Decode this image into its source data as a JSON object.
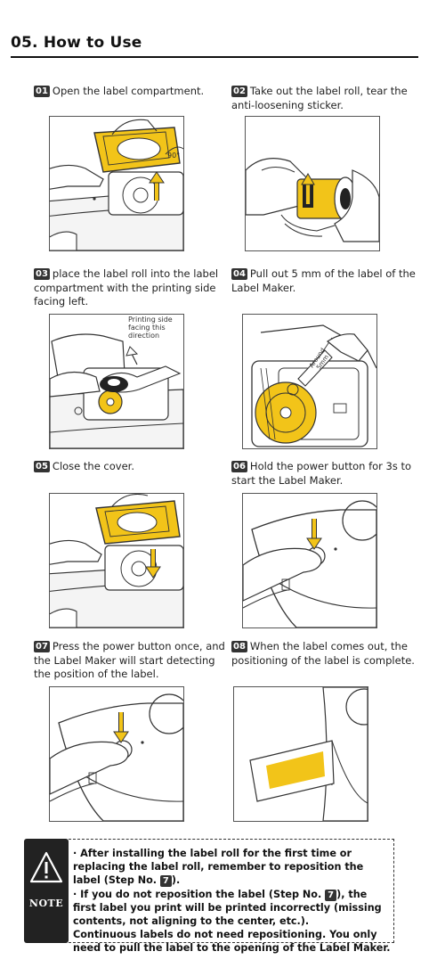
{
  "title": "05. How to Use",
  "steps": [
    {
      "num": "01",
      "text": "Open the label compartment.",
      "angle": "90°"
    },
    {
      "num": "02",
      "text": "Take out the label roll, tear the anti-loosening sticker."
    },
    {
      "num": "03",
      "text": "place the label roll into the label compartment with the printing side facing left.",
      "callout": [
        "Printing side",
        "facing this",
        "direction"
      ]
    },
    {
      "num": "04",
      "text": "Pull out 5 mm of the label of the Label Maker.",
      "measure": [
        "Around",
        "5mm"
      ]
    },
    {
      "num": "05",
      "text": "Close the cover."
    },
    {
      "num": "06",
      "text": "Hold the power button for 3s to start the Label Maker."
    },
    {
      "num": "07",
      "text": "Press the power button once, and the Label Maker will start detecting the position of the label."
    },
    {
      "num": "08",
      "text": "When the label comes out, the positioning of the label is complete."
    }
  ],
  "note": {
    "icon": "warning-triangle-icon",
    "label": "NOTE",
    "line1_a": "· After installing the label roll for the first time or replacing the label roll, remember to reposition the label (Step No. ",
    "step_ref": "7",
    "line1_b": ").",
    "line2_a": "· If you do not reposition the label (Step No. ",
    "line2_b": "), the first label you print will be printed incorrectly (missing contents, not aligning to the center, etc.).",
    "line3": "Continuous labels do not need repositioning. You only need to pull the label to the opening of the Label Maker."
  },
  "colors": {
    "accent": "#F2C419",
    "ink": "#333333"
  }
}
